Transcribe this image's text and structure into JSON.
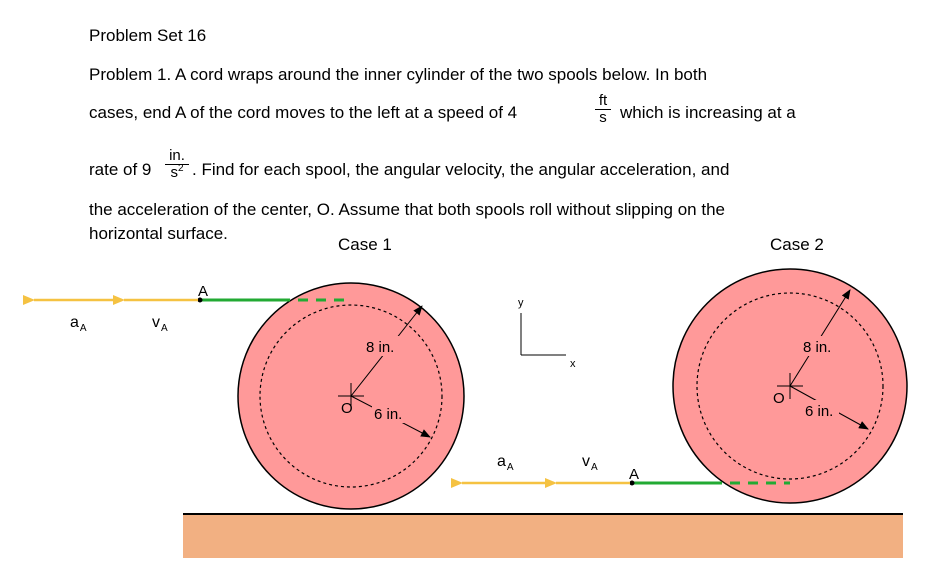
{
  "header": {
    "title": "Problem Set 16"
  },
  "problem": {
    "line1": "Problem 1.  A cord wraps around the inner cylinder of the two spools below.  In both",
    "line2_pre": "cases, end A of the cord moves to the left at a speed of 4",
    "speed_unit_num": "ft",
    "speed_unit_den": "s",
    "line2_post": "which is increasing at a",
    "line3_pre": "rate of 9",
    "accel_unit_num": "in.",
    "accel_unit_den": "s",
    "accel_unit_exp": "2",
    "line3_post": ".  Find for each spool, the angular velocity, the angular acceleration, and",
    "line4": "the acceleration of the center, O.  Assume that both spools roll without slipping on the",
    "line5": "horizontal surface."
  },
  "figure": {
    "case1_label": "Case 1",
    "case2_label": "Case 2",
    "outer_radius_label": "8 in.",
    "inner_radius_label": "6 in.",
    "center_label": "O",
    "point_label": "A",
    "accel_label": "a",
    "accel_sub": "A",
    "vel_label": "v",
    "vel_sub": "A",
    "axis_x_label": "x",
    "axis_y_label": "y",
    "colors": {
      "spool_fill": "#ff9999",
      "cord": "#22aa33",
      "arrow": "#f5c242",
      "ground": "#f2b082"
    }
  }
}
